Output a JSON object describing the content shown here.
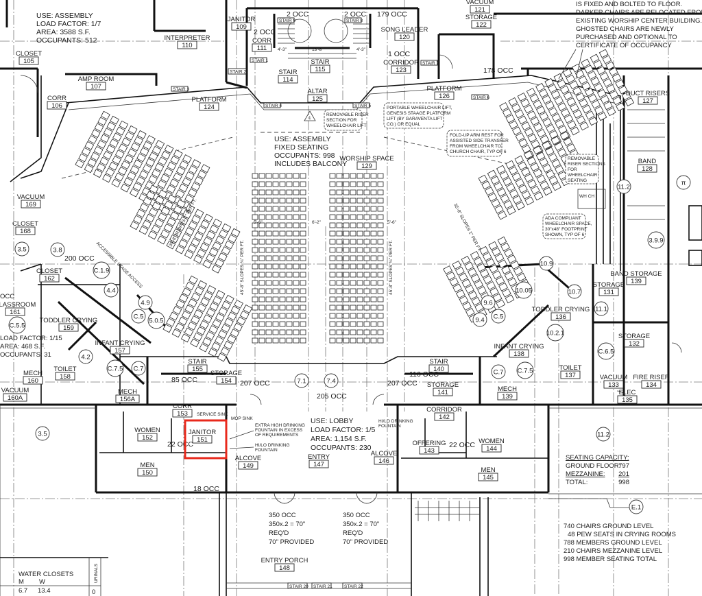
{
  "highlight_color": "#e8291c",
  "rooms": [
    {
      "label": "JANITOR",
      "number": "109"
    },
    {
      "label": "INTERPRETER",
      "number": "110"
    },
    {
      "label": "CLOSET",
      "number": "105"
    },
    {
      "label": "AMP ROOM",
      "number": "107"
    },
    {
      "label": "CORR",
      "number": "106"
    },
    {
      "label": "PLATFORM",
      "number": "124"
    },
    {
      "label": "CORR",
      "number": "111"
    },
    {
      "label": "STAIR",
      "number": "115"
    },
    {
      "label": "STAIR",
      "number": "114"
    },
    {
      "label": "ALTAR",
      "number": "125"
    },
    {
      "label": "SONG LEADER",
      "number": "120"
    },
    {
      "label": "VACUUM",
      "number": "121"
    },
    {
      "label": "STORAGE",
      "number": "122"
    },
    {
      "label": "CORRIDOR",
      "number": "123"
    },
    {
      "label": "PLATFORM",
      "number": "126"
    },
    {
      "label": "WORSHIP SPACE",
      "number": "129"
    },
    {
      "label": "DUCT RISERS",
      "number": "127"
    },
    {
      "label": "BAND",
      "number": "128"
    },
    {
      "label": "VACUUM",
      "number": "169"
    },
    {
      "label": "CLOSET",
      "number": "168"
    },
    {
      "label": "CLOSET",
      "number": "162"
    },
    {
      "label": "CLASSROOM",
      "number": "161"
    },
    {
      "label": "TODDLER CRYING",
      "number": "159"
    },
    {
      "label": "INFANT CRYING",
      "number": "157"
    },
    {
      "label": "TOILET",
      "number": "158"
    },
    {
      "label": "MECH",
      "number": "160"
    },
    {
      "label": "VACUUM",
      "number": "160A"
    },
    {
      "label": "MECH",
      "number": "156A"
    },
    {
      "label": "STAIR",
      "number": "155"
    },
    {
      "label": "STORAGE",
      "number": "154"
    },
    {
      "label": "CORR",
      "number": "153"
    },
    {
      "label": "JANITOR",
      "number": "151"
    },
    {
      "label": "WOMEN",
      "number": "152"
    },
    {
      "label": "MEN",
      "number": "150"
    },
    {
      "label": "ALCOVE",
      "number": "149"
    },
    {
      "label": "ENTRY",
      "number": "147"
    },
    {
      "label": "ALCOVE",
      "number": "146"
    },
    {
      "label": "STAIR",
      "number": "140"
    },
    {
      "label": "STORAGE",
      "number": "141"
    },
    {
      "label": "MECH",
      "number": "139"
    },
    {
      "label": "CORRIDOR",
      "number": "142"
    },
    {
      "label": "OFFERING",
      "number": "143"
    },
    {
      "label": "WOMEN",
      "number": "144"
    },
    {
      "label": "MEN",
      "number": "145"
    },
    {
      "label": "TODDLER CRYING",
      "number": "136"
    },
    {
      "label": "INFANT CRYING",
      "number": "138"
    },
    {
      "label": "TOILET",
      "number": "137"
    },
    {
      "label": "STORAGE",
      "number": "131"
    },
    {
      "label": "BAND STORAGE",
      "number": "139"
    },
    {
      "label": "STORAGE",
      "number": "132"
    },
    {
      "label": "VACUUM",
      "number": "133"
    },
    {
      "label": "FIRE RISER",
      "number": "134"
    },
    {
      "label": "ELEC",
      "number": "135"
    },
    {
      "label": "ENTRY PORCH",
      "number": "148"
    }
  ],
  "grid_bubbles": [
    "3.5",
    "3.8",
    "C.1.9",
    "4.4",
    "4.9",
    "C.5",
    "5.0.5",
    "4.2",
    "C.7",
    "C.7.5",
    "C.5.5",
    "9.6",
    "9.4",
    "C.5",
    "10.05",
    "10.7",
    "11.1",
    "10.9",
    "10.2.1",
    "C.7",
    "C.7.5",
    "C.6.5",
    "11.2",
    "π",
    "3.9.9",
    "E.1",
    "3.5",
    "11.2",
    "7.1",
    "7.4"
  ],
  "occupancy_labels": [
    "2 OCC",
    "2 OCC",
    "179 OCC",
    "2 OCC",
    "1 OCC",
    "178 OCC",
    "200 OCC",
    "85 OCC",
    "207 OCC",
    "205 OCC",
    "207 OCC",
    "116 OCC",
    "22 OCC",
    "18 OCC",
    "22 OCC"
  ],
  "dimensions": [
    "5'-6\"",
    "6'-2\"",
    "5'-6\"",
    "13'-8\"",
    "4'-3\"",
    "4'-3\""
  ],
  "slope_labels": {
    "center_left": "45'-8\" SLOPES ¾\" PER FT.",
    "center_right": "45'-8\" SLOPES ¾\" PER FT.",
    "wing_left": "35'-8\" SLOPES 1\" PER FT.",
    "wing_right": "35'-8\" SLOPES 1\" PER FT.",
    "stage_access": "ACCESSIBLE STAGE ACCESS"
  },
  "stair_tags": [
    "STAIR 1",
    "STAIR 2",
    "STAIR 3",
    "STAIR 4",
    "STAIR 5",
    "STAIR 6",
    "STAIR 7",
    "STAIR 8",
    "STAIR 9",
    "STAIR 20",
    "STAIR 21",
    "STAIR 22"
  ],
  "notes": {
    "assembly_top_left": [
      "USE: ASSEMBLY",
      "LOAD FACTOR: 1/7",
      "AREA: 3588 S.F.",
      "OCCUPANTS: 512"
    ],
    "chair_note": [
      "IS FIXED AND BOLTED TO FLOOR.",
      "DARKER CHAIRS ARE RELOCATED FROM",
      "EXISTING WORSHIP CENTER BUILDING.",
      "GHOSTED CHAIRS ARE NEWLY",
      "PURCHASED AND OPTIONAL TO",
      "CERTIFICATE OF OCCUPANCY"
    ],
    "assembly_center": [
      "USE: ASSEMBLY",
      "FIXED SEATING",
      "OCCUPANTS: 998",
      "INCLUDES BALCONY"
    ],
    "lobby": [
      "USE: LOBBY",
      "LOAD FACTOR: 1/5",
      "AREA: 1,154 S.F.",
      "OCCUPANTS: 230"
    ],
    "classroom": [
      "OCC",
      "LOAD FACTOR: 1/15",
      "AREA: 468 S.F.",
      "OCCUPANTS: 31"
    ],
    "egress_left": [
      "350 OCC",
      "350x.2 = 70\"",
      "REQ'D",
      "70\" PROVIDED"
    ],
    "egress_right": [
      "350 OCC",
      "350x.2 = 70\"",
      "REQ'D",
      "70\" PROVIDED"
    ]
  },
  "callouts": {
    "riser_lift": [
      "REMOVABLE RISER",
      "SECTION FOR",
      "WHEELCHAIR LIFT"
    ],
    "portable_lift": [
      "PORTABLE WHEELCHAIR LIFT,",
      "GENESIS STAAGE PLATFORM",
      "LIFT (BY GARAVENTA LIFT",
      "CO.) OR EQUAL"
    ],
    "arm_rest": [
      "FOLD-UP ARM REST FOR",
      "ASSISTED SIDE TRANSFER",
      "FROM WHEELCHAIR TO",
      "CHURCH CHAIR, TYP OF 6"
    ],
    "riser_seating": [
      "REMOVABLE",
      "RISER SECTIONS",
      "FOR",
      "WHEELCHAIR",
      "SEATING"
    ],
    "ada_space": [
      "ADA COMPLIANT",
      "WHEELCHAIR SPACE,",
      "30\"x48\" FOOTPRINT",
      "SHOWN, TYP OF 6"
    ],
    "service_sink": "SERVICE SINK",
    "mop_sink": "MOP SINK",
    "extra_fountain": [
      "EXTRA HIGH DRINKING",
      "FOUNTAIN IN EXCESS",
      "OF REQUIREMENTS"
    ],
    "hilo_left": [
      "HI/LO DRINKING",
      "FOUNTAIN"
    ],
    "hilo_right": [
      "HI/LO DRINKING",
      "FOUNTAIN"
    ],
    "wh_ch": "WH CH",
    "revision_mark": "1"
  },
  "seating_capacity": {
    "title": "SEATING CAPACITY:",
    "ground_label": "GROUND FLOOR:",
    "ground_value": "797",
    "mezz_label": "MEZZANINE:",
    "mezz_value": "201",
    "total_label": "TOTAL:",
    "total_value": "998"
  },
  "chair_totals": [
    "740 CHAIRS GROUND LEVEL",
    "48 PEW SEATS IN CRYING ROOMS",
    "788 MEMBERS GROUND LEVEL",
    "210 CHAIRS MEZZANINE LEVEL",
    "998 MEMBER SEATING TOTAL"
  ],
  "water_closets": {
    "title": "WATER CLOSETS",
    "col_m": "M",
    "col_w": "W",
    "m_value": "6.7",
    "w_value": "13.4",
    "urinals_label": "URINALS",
    "urinals_value": "0"
  }
}
